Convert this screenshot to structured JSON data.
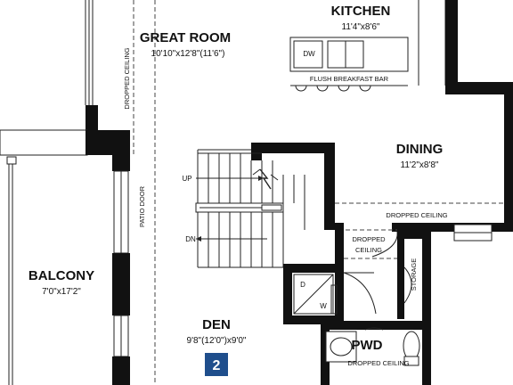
{
  "rooms": {
    "kitchen": {
      "name": "KITCHEN",
      "dims": "11'4\"x8'6\""
    },
    "great_room": {
      "name": "GREAT ROOM",
      "dims": "10'10\"x12'8\"(11'6\")"
    },
    "dining": {
      "name": "DINING",
      "dims": "11'2\"x8'8\""
    },
    "balcony": {
      "name": "BALCONY",
      "dims": "7'0\"x17'2\""
    },
    "den": {
      "name": "DEN",
      "dims": "9'8\"(12'0\")x9'0\""
    },
    "pwd": {
      "name": "PWD"
    }
  },
  "labels": {
    "dropped_ceiling_vertical": "DROPPED CEILING",
    "dw": "DW",
    "flush_breakfast_bar": "FLUSH BREAKFAST BAR",
    "up": "UP",
    "dn": "DN",
    "patio_door": "PATIO DOOR",
    "dropped_ceiling_dining": "DROPPED CEILING",
    "dropped_ceiling_hall_1": "DROPPED",
    "dropped_ceiling_hall_2": "CEILING",
    "storage": "STORAGE",
    "washer_d": "D",
    "washer_w": "W",
    "dropped_ceiling_pwd": "DROPPED CEILING"
  },
  "badge": {
    "value": "2",
    "color": "#1f4e8c"
  }
}
